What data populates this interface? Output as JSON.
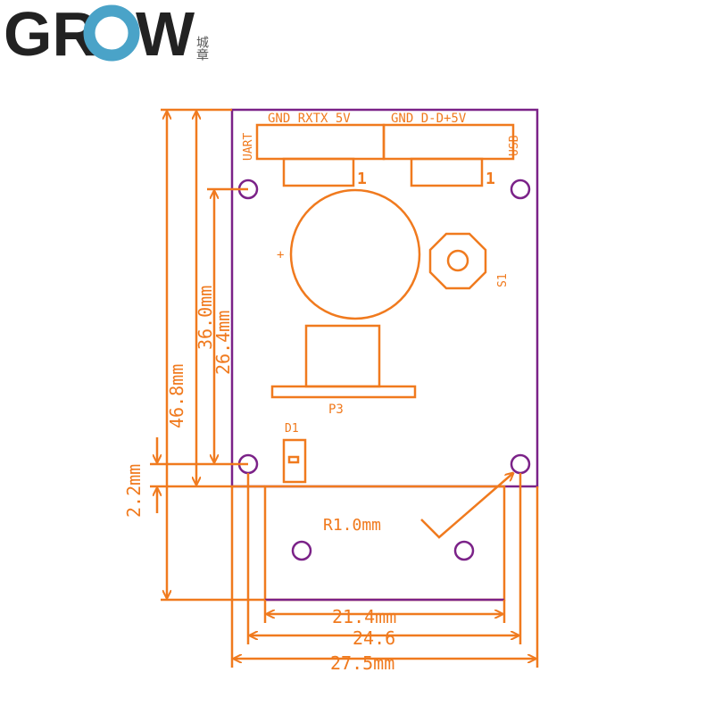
{
  "logo": {
    "text": "GROW",
    "sub": "城章"
  },
  "board": {
    "uart_pins": "GND RXTX 5V",
    "usb_pins": "GND D-D+5V",
    "uart_label": "UART",
    "usb_label": "USB",
    "pin1_a": "1",
    "pin1_b": "1",
    "plus": "+",
    "s1": "S1",
    "p3": "P3",
    "d1": "D1"
  },
  "dimensions": {
    "h_total": "46.8mm",
    "h_36": "36.0mm",
    "h_26": "26.4mm",
    "h_22": "2.2mm",
    "w_21": "21.4mm",
    "w_24": "24.6",
    "w_27": "27.5mm",
    "radius": "R1.0mm"
  },
  "colors": {
    "orange": "#f07a1e",
    "purple": "#7b2288"
  }
}
